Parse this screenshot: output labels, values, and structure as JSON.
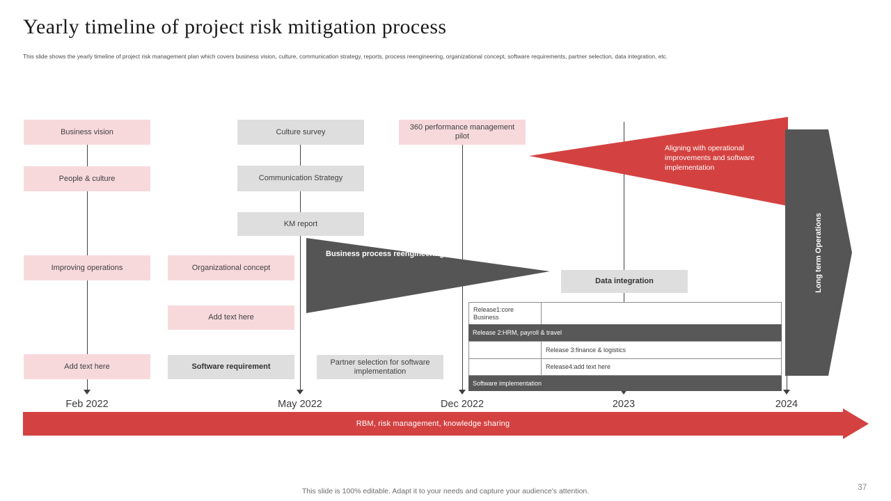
{
  "header": {
    "title": "Yearly timeline of project risk mitigation process",
    "subtitle": "This slide shows the yearly timeline of project risk management plan which covers business vision, culture, communication strategy, reports, process reengineering, organizational concept, software requirements, partner selection, data integration, etc."
  },
  "colors": {
    "pink": "#f7d9dc",
    "light_grey": "#dedede",
    "dark_grey": "#555555",
    "red": "#d34241",
    "table_dark": "#585858",
    "text": "#404040"
  },
  "timeline": {
    "axis_labels": [
      "Feb 2022",
      "May 2022",
      "Dec 2022",
      "2023",
      "2024"
    ],
    "bar_label": "RBM, risk management, knowledge sharing"
  },
  "milestones": {
    "col_feb": [
      {
        "label": "Business vision",
        "style": "pink"
      },
      {
        "label": "People & culture",
        "style": "pink"
      },
      {
        "label": "Improving operations",
        "style": "pink"
      },
      {
        "label": "Add text here",
        "style": "pink"
      }
    ],
    "col_may": [
      {
        "label": "Culture survey",
        "style": "grey"
      },
      {
        "label": "Communication Strategy",
        "style": "grey"
      },
      {
        "label": "KM report",
        "style": "grey"
      },
      {
        "label": "Organizational concept",
        "style": "pink"
      },
      {
        "label": "Add text here",
        "style": "pink"
      },
      {
        "label": "Software requirement",
        "style": "grey-bold"
      },
      {
        "label": "Partner selection for software implementation",
        "style": "grey"
      }
    ],
    "col_dec": [
      {
        "label": "360 performance management pilot",
        "style": "pink"
      }
    ],
    "col_2023": [
      {
        "label": "Data integration",
        "style": "grey-bold"
      }
    ]
  },
  "wedges": {
    "business_process": "Business process reengineering",
    "aligning": "Aligning with operational improvements and software implementation",
    "long_term": "Long term Operations"
  },
  "release_table": {
    "rows": [
      {
        "c1": "Release1:core Business",
        "c2": "",
        "dark": false,
        "span": false
      },
      {
        "c1": "Release 2:HRM, payroll & travel",
        "c2": "",
        "dark": true,
        "span": true
      },
      {
        "c1": "",
        "c2": "Release 3:finance & logistics",
        "dark": false,
        "span": false
      },
      {
        "c1": "",
        "c2": "Release4:add text here",
        "dark": false,
        "span": false
      },
      {
        "c1": "Software implementation",
        "c2": "",
        "dark": true,
        "span": true
      }
    ]
  },
  "footer": {
    "note": "This slide is 100% editable. Adapt it to your needs and capture your audience's attention.",
    "page_number": "37"
  }
}
